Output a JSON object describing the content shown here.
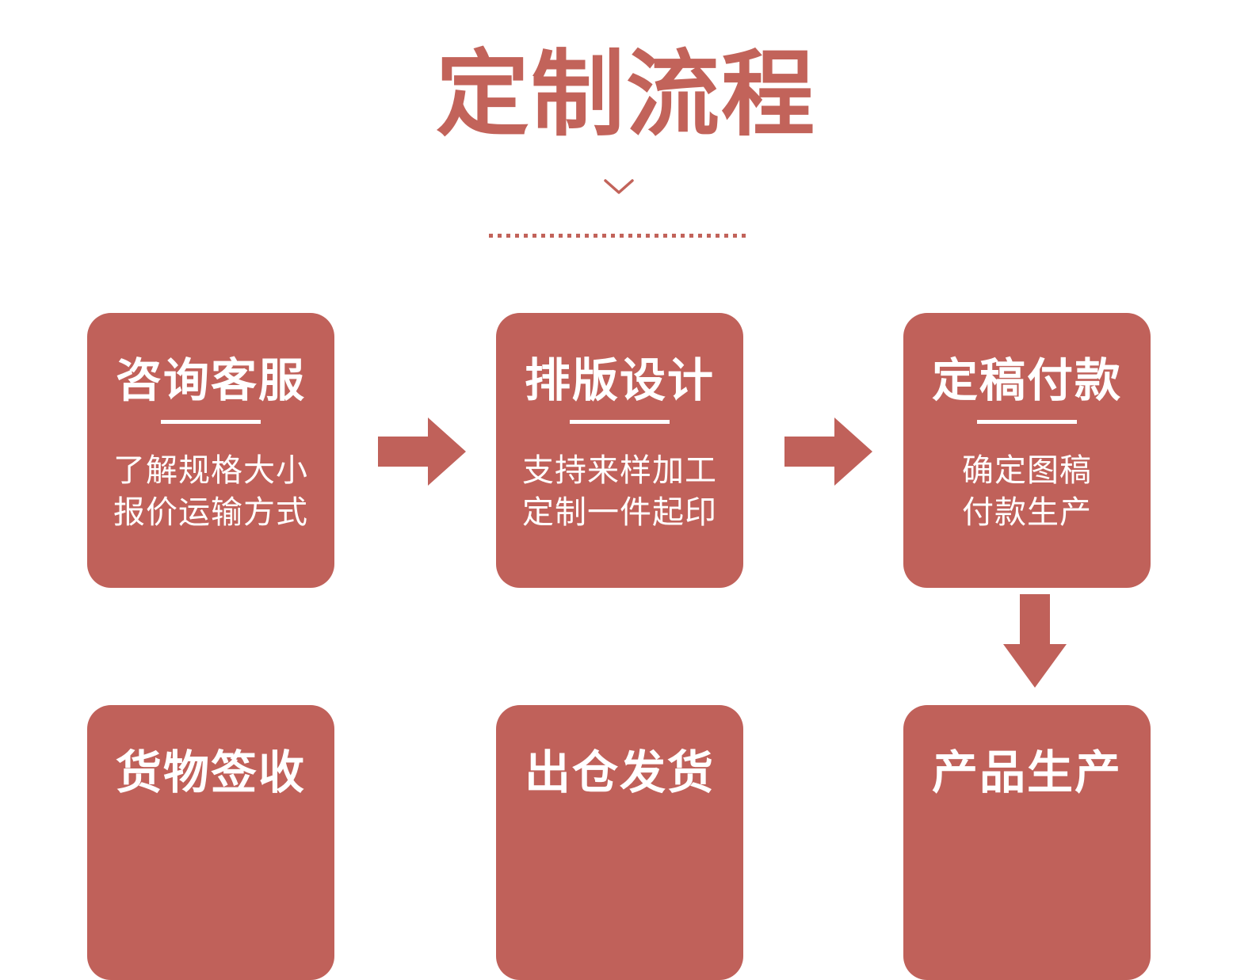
{
  "colors": {
    "accent": "#C2635A",
    "card_background": "#C0615A",
    "card_text": "#FFFFFF",
    "page_background": "#FFFFFF"
  },
  "header": {
    "title": "定制流程",
    "chevron_icon": "chevron-down",
    "divider_style": "dotted"
  },
  "flow": {
    "row1": [
      {
        "title": "咨询客服",
        "line1": "了解规格大小",
        "line2": "报价运输方式"
      },
      {
        "title": "排版设计",
        "line1": "支持来样加工",
        "line2": "定制一件起印"
      },
      {
        "title": "定稿付款",
        "line1": "确定图稿",
        "line2": "付款生产"
      }
    ],
    "row2": [
      {
        "title": "货物签收"
      },
      {
        "title": "出仓发货"
      },
      {
        "title": "产品生产"
      }
    ],
    "connectors": [
      {
        "icon": "arrow-right",
        "from": "咨询客服",
        "to": "排版设计"
      },
      {
        "icon": "arrow-right",
        "from": "排版设计",
        "to": "定稿付款"
      },
      {
        "icon": "arrow-down",
        "from": "定稿付款",
        "to": "产品生产"
      }
    ]
  }
}
